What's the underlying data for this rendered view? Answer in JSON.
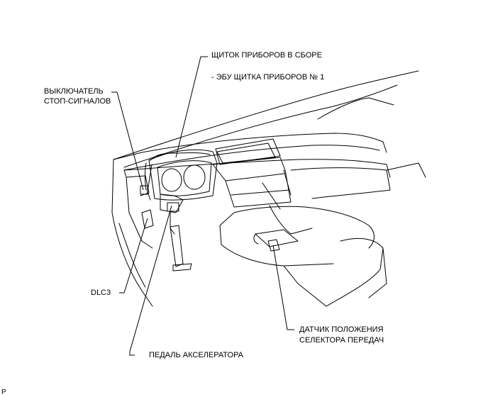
{
  "labels": {
    "cluster_line1": "ЩИТОК ПРИБОРОВ В СБОРЕ",
    "cluster_line2": "- ЭБУ ЩИТКА ПРИБОРОВ № 1",
    "stop_switch_line1": "ВЫКЛЮЧАТЕЛЬ",
    "stop_switch_line2": "СТОП-СИГНАЛОВ",
    "dlc3": "DLC3",
    "accel_pedal": "ПЕДАЛЬ АКСЕЛЕРАТОРА",
    "shift_sensor_line1": "ДАТЧИК ПОЛОЖЕНИЯ",
    "shift_sensor_line2": "СЕЛЕКТОРА ПЕРЕДАЧ"
  },
  "corner_mark": "P",
  "colors": {
    "ink": "#000000",
    "background": "#ffffff"
  }
}
